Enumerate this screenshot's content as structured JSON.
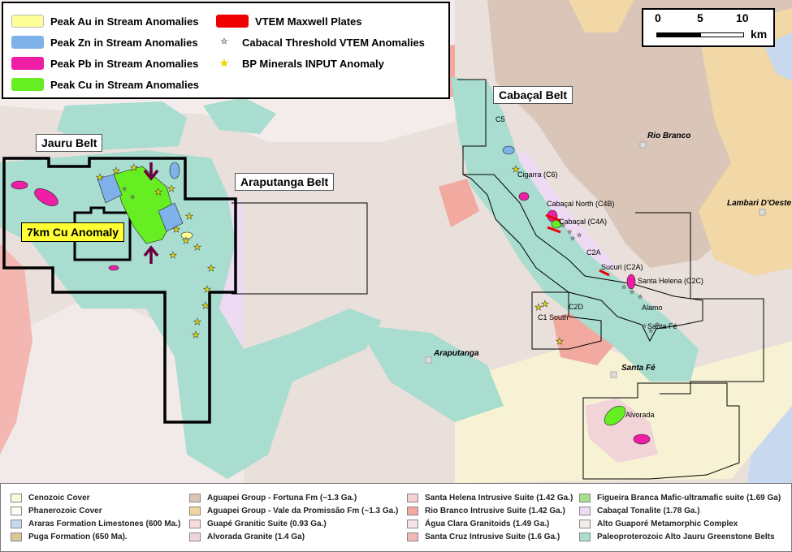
{
  "legend_top": {
    "items": [
      {
        "label": "Peak Au in Stream Anomalies",
        "color": "#ffff99",
        "kind": "swatch"
      },
      {
        "label": "Peak Zn in Stream Anomalies",
        "color": "#7fb2e8",
        "kind": "swatch"
      },
      {
        "label": "Peak Pb in Stream Anomalies",
        "color": "#ee1ea5",
        "kind": "swatch"
      },
      {
        "label": "Peak Cu in Stream Anomalies",
        "color": "#66ee22",
        "kind": "swatch"
      },
      {
        "label": "VTEM Maxwell Plates",
        "color": "#ee0000",
        "kind": "swatch"
      },
      {
        "label": "Cabacal Threshold VTEM Anomalies",
        "color": "#777777",
        "kind": "small-star-icon"
      },
      {
        "label": "BP Minerals INPUT Anomaly",
        "color": "#e8d800",
        "kind": "star-icon"
      }
    ]
  },
  "scale_bar": {
    "labels": [
      "0",
      "5",
      "10"
    ],
    "unit": "km"
  },
  "belts": {
    "jauru": "Jauru Belt",
    "araputanga": "Araputanga Belt",
    "cabacal": "Cabaçal Belt"
  },
  "anomaly_label": "7km Cu Anomaly",
  "towns": {
    "rio_branco": "Rio Branco",
    "lambari": "Lambari D'Oeste",
    "araputanga": "Araputanga",
    "santa_fe": "Santa Fé"
  },
  "targets": {
    "c5": "C5",
    "cigarra": "Cigarra (C6)",
    "cabacal_north": "Cabaçal North (C4B)",
    "cabacal": "Cabaçal (C4A)",
    "c2a": "C2A",
    "sucuri": "Sucuri (C2A)",
    "santa_helena": "Santa Helena (C2C)",
    "alamo": "Alamo",
    "santa_fe": "Santa Fé",
    "c2d": "C2D",
    "c1_south": "C1 South",
    "alvorada": "Alvorada"
  },
  "colors": {
    "greenstone": "#a8ddd0",
    "alto_guapore": "#e8dfd8",
    "cabacal_tonalite": "#eedaf2",
    "aguapei_fortuna": "#d9c4b5",
    "vale_promissao": "#f2d6a0",
    "rio_branco_suite": "#f1a9a0",
    "santa_helena_suite": "#f4d2d2",
    "cenozoic": "#fafadf",
    "boundary": "#000000"
  },
  "legend_bottom": {
    "items": [
      {
        "label": "Cenozoic Cover",
        "color": "#fafadf"
      },
      {
        "label": "Phanerozoic Cover",
        "color": "#fdfdf2"
      },
      {
        "label": "Araras Formation Limestones (600 Ma.)",
        "color": "#c8d8ee"
      },
      {
        "label": "Puga Formation (650 Ma).",
        "color": "#d8c89a"
      },
      {
        "label": "Aguapei Group - Fortuna Fm (~1.3 Ga.)",
        "color": "#d9c4b5"
      },
      {
        "label": "Aguapei Group - Vale da Promissão Fm (~1.3 Ga.)",
        "color": "#f2d6a0"
      },
      {
        "label": "Guapé Granitic Suite (0.93 Ga.)",
        "color": "#f6dcdc"
      },
      {
        "label": "Alvorada Granite (1.4 Ga)",
        "color": "#f0d4d8"
      },
      {
        "label": "Santa Helena Intrusive Suite (1.42 Ga.)",
        "color": "#f4d2d2"
      },
      {
        "label": "Rio Branco Intrusive Suite (1.42 Ga.)",
        "color": "#f1a9a0"
      },
      {
        "label": "Água Clara Granitoids (1.49 Ga.)",
        "color": "#f4e2ec"
      },
      {
        "label": "Santa Cruz Intrusive Suite (1.6 Ga.)",
        "color": "#f2b8b8"
      },
      {
        "label": "Figueira Branca Mafic-ultramafic suite (1.69 Ga)",
        "color": "#a8e08a"
      },
      {
        "label": "Cabaçal Tonalite (1.78 Ga.)",
        "color": "#eedaf2"
      },
      {
        "label": "Alto Guaporé Metamorphic Complex",
        "color": "#f2ecea"
      },
      {
        "label": "Paleoproterozoic Alto Jauru Greenstone Belts",
        "color": "#a8ddd0"
      }
    ]
  }
}
